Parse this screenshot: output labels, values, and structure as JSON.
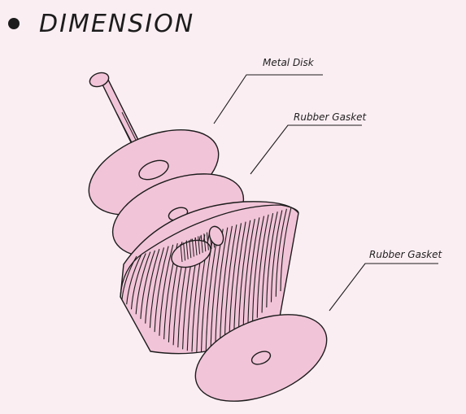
{
  "header": {
    "title": "DIMENSION"
  },
  "labels": {
    "metal_disk": "Metal Disk",
    "rubber_gasket_top": "Rubber Gasket",
    "rubber_gasket_bottom": "Rubber Gasket"
  },
  "colors": {
    "background": "#fbeef3",
    "part_fill": "#f2c4d8",
    "outline": "#1c1c1c"
  }
}
